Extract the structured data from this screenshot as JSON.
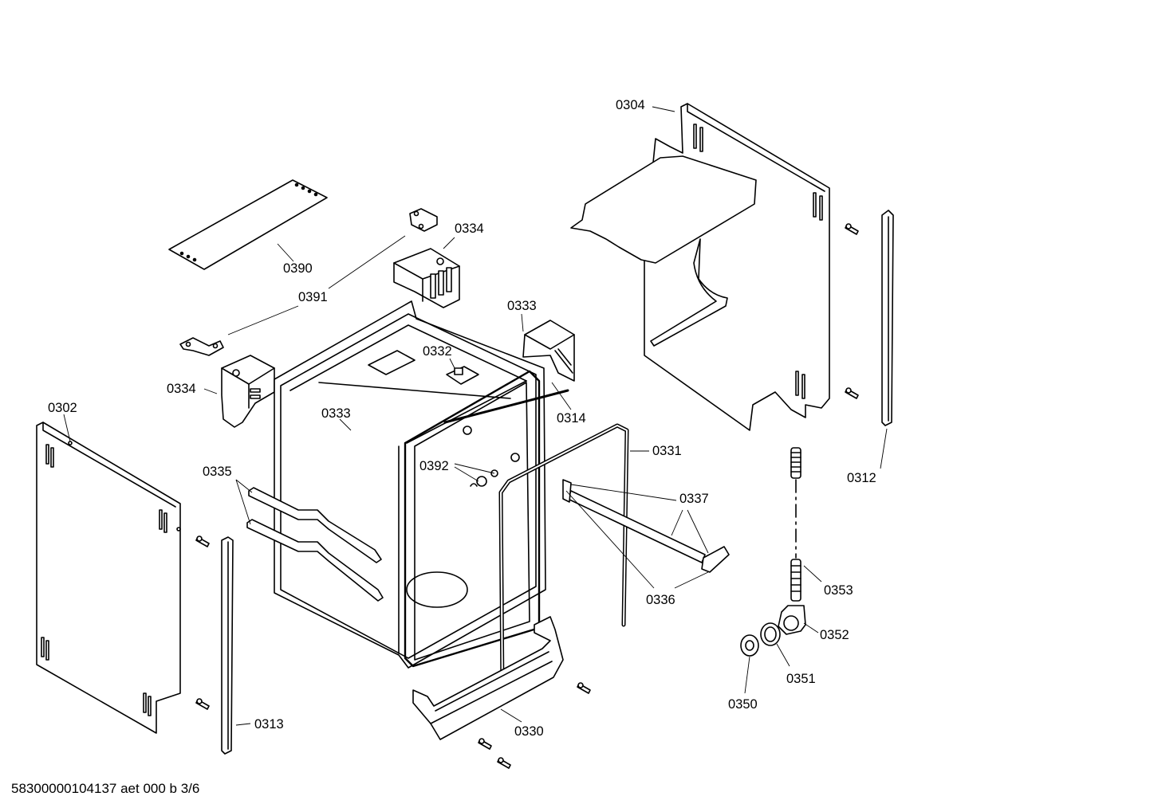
{
  "diagram": {
    "footer": "58300000104137 aet 000 b 3/6",
    "labels": {
      "l0304": "0304",
      "l0390": "0390",
      "l0334a": "0334",
      "l0391": "0391",
      "l0333a": "0333",
      "l0332": "0332",
      "l0334b": "0334",
      "l0302": "0302",
      "l0333b": "0333",
      "l0314": "0314",
      "l0331": "0331",
      "l0392": "0392",
      "l0335": "0335",
      "l0337": "0337",
      "l0312": "0312",
      "l0336": "0336",
      "l0353": "0353",
      "l0352": "0352",
      "l0351": "0351",
      "l0350": "0350",
      "l0313": "0313",
      "l0330": "0330"
    }
  }
}
